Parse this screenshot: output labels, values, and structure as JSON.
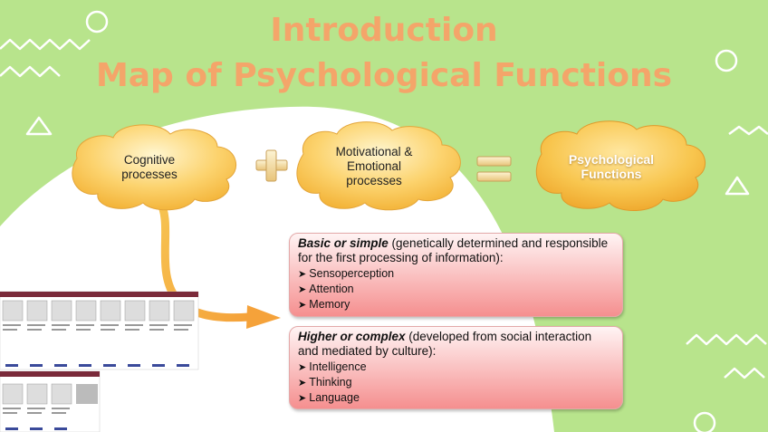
{
  "title_line1": "Introduction",
  "title_line2": "Map of Psychological Functions",
  "clouds": {
    "cognitive": [
      "Cognitive",
      "processes"
    ],
    "motivational": [
      "Motivational &",
      "Emotional",
      "processes"
    ],
    "result": [
      "Psychological",
      "Functions"
    ]
  },
  "operators": {
    "plus": "+",
    "equals": "="
  },
  "basic": {
    "heading": "Basic or simple",
    "text": " (genetically determined and responsible for the first processing of information):",
    "items": [
      "Sensoperception",
      "Attention",
      "Memory"
    ]
  },
  "higher": {
    "heading": "Higher or complex",
    "text": " (developed from social interaction and mediated by culture):",
    "items": [
      "Intelligence",
      "Thinking",
      "Language"
    ]
  },
  "colors": {
    "background": "#b8e48c",
    "title": "#f4a56a",
    "cloud": "#f9c74a",
    "box_bottom": "#f58f8f"
  }
}
